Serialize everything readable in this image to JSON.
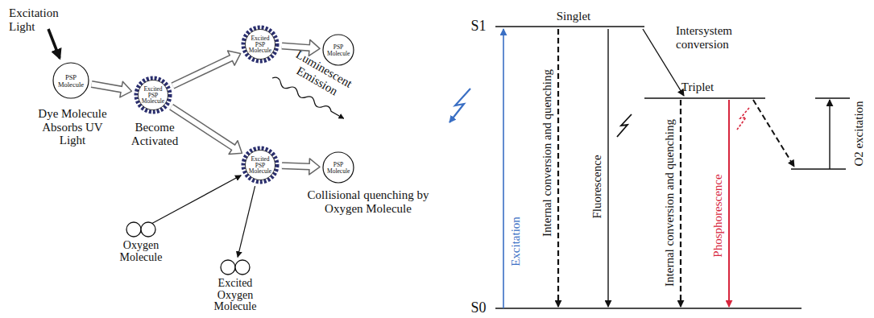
{
  "diagram": {
    "nodes": [
      {
        "text": [
          "PSP Molecule"
        ]
      },
      {
        "text": [
          "Excited PSP Molecule"
        ]
      },
      {
        "text": [
          "Excited PSP Molecule"
        ]
      },
      {
        "text": [
          "PSP Molecule"
        ]
      },
      {
        "text": [
          "Excited PSP Molecule"
        ]
      },
      {
        "text": [
          "PSP Molecule"
        ]
      },
      {
        "text": [
          "Oxygen Molecule"
        ]
      },
      {
        "text": [
          "Excited Oxygen Molecule"
        ]
      }
    ],
    "edges": [
      {
        "from": 0,
        "to": 1,
        "arrow": "to"
      },
      {
        "from": 1,
        "to": 2,
        "arrow": "to"
      },
      {
        "from": 1,
        "to": 4,
        "arrow": "to"
      },
      {
        "from": 2,
        "to": 3,
        "arrow": "to"
      },
      {
        "from": 4,
        "to": 5,
        "arrow": "to"
      },
      {
        "from": 6,
        "to": 4,
        "arrow": "to"
      },
      {
        "from": 4,
        "to": 7,
        "arrow": "to"
      }
    ],
    "labels": [
      "Excitation Light",
      "Dye Molecule Absorbs UV Light",
      "Become Activated",
      "Luminescent Emission",
      "Collisional quenching by Oxygen Molecule",
      "S1",
      "Singlet",
      "Intersystem conversion",
      "Triplet",
      "Excitation",
      "Internal conversion and quenching",
      "Fluorescence",
      "Internal conversion and quenching",
      "Phosphorescence",
      "O2 excitation",
      "S0"
    ]
  }
}
